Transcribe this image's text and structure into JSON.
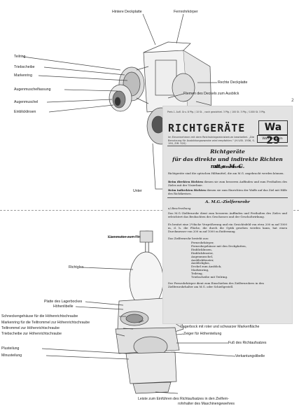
{
  "page_marker": "2",
  "labels_top": {
    "hintere_deckplatte": "Hintere Deckplatte",
    "fernrohrkoerper": "Fernrohrkörper",
    "teilring": "Teilring",
    "triebscheibe": "Triebscheibe",
    "markenring": "Markenring",
    "augenmuschelfassung": "Augenmuschelfassung",
    "augenmuschel": "Augenmuschel",
    "einblicklinsen": "Einblicklinsen",
    "rechte_deckplatte": "Rechte Deckplatte",
    "riemen": "Riemen des Deckels zum Ausblick",
    "unter": "Unter"
  },
  "labels_bottom": {
    "klemmutter": "Klemmutter zum Ric",
    "richtglas": "Richtglas",
    "platte_lagerbockes": "Platte des Lagerbockes",
    "hoehenlibelle": "Höhenlibelle",
    "schneckengehaeuse": "Schneckengehäuse für die Höhenrichtschraube",
    "markenring_teiltrommel": "Markenring für die Teiltrommel zur Höhenrichtschraube",
    "teiltrommel": "Teiltrommel zur Höhenrichtschraube",
    "triebscheibe_hoehe": "Triebscheibe zur Höhenrichtschraube",
    "plusteilung": "Plusteilung",
    "minusteilung": "Minusteilung",
    "lagerbock": "Lagerbock mit roter und schwarzer Markenfläche",
    "zeiger": "Zeiger für Höhenteilung",
    "fuss": "Fuß des Richtaufsatzes",
    "verkantungslibelle": "Verkantungslibelle",
    "leiste_1": "Leiste zum Einführen des Richtaufsatzes in den Zielfern-",
    "leiste_2": "rohrhalter des Maschinengewehres"
  },
  "card": {
    "top_line": "Preis 1. Aufl. Gru. 8 Pfg. / 10 St. , nach gewichtet. 3 Pfg. / 100 St. 3 Pfg. / 1000 St. 3 Pfg.",
    "brand": "RICHTGERÄTE",
    "subtitle": "Im Einvernehmen mit dem Reichskriegsministerium bearbeitet. „Die Benutzung für Ausbildungszwecke wird empfohlen.“ (H.V.Bl. 1936, S. 190, Ziff. 520)",
    "code": "Wa 29",
    "code_sub": "Waffentafeln",
    "title_1": "Richtgeräte",
    "title_2": "für das direkte und indirekte Richten mit s. M. G.",
    "h_allgemeines": "Allgemeines",
    "p1": "Richtgeräte sind die optischen Hilfsmittel, die am M.G. angebracht werden können.",
    "p2_bold": "Beim direkten Richten",
    "p2_rest": " dienen sie zum besseren Auffinden und zum Festhalten des Zieles mit der Visierlinie.",
    "p3_bold": "Beim indirekten Richten",
    "p3_rest": " dienen sie zum Einrichten der Waffe auf das Ziel mit Hilfe des Richtkreises.",
    "h_section": "A. M.G.-Zielfernrohr",
    "h_beschreibung": "a) Beschreibung",
    "p4": "Das M.G.-Zielfernrohr dient zum besseren Auffinden und Festhalten des Zieles und erleichtert das Beobachten des Geschosses und der Geschoßwirkung.",
    "p5": "Es besitzt eine 2½fache Vergrößerung und ein Gesichtsfeld von etwa 200 m auf 1000 m, d. h. die Fläche, die durch die Optik gesehen werden kann, hat einen Durchmesser von 200 m auf 1000 m Entfernung.",
    "p6": "Das Zielfernrohr besteht aus:",
    "list": [
      "Fernrohrkörper,",
      "Fernrohrgehäuse mit den Deckplatten,",
      "Einblicklinsen,",
      "Einblickfenster,",
      "Augenmuschel,",
      "Ausblickfenster,",
      "Ausblickglas,",
      "Deckel zum Ausblick,",
      "Markenring,",
      "Teilring,",
      "Triebscheibe mit Teilring."
    ],
    "p7": "Der Fernrohrkörper dient zum Einschieben des Zielfernrohres in den Zielfernrohrhalter am M.G. oder Schießgestell."
  }
}
